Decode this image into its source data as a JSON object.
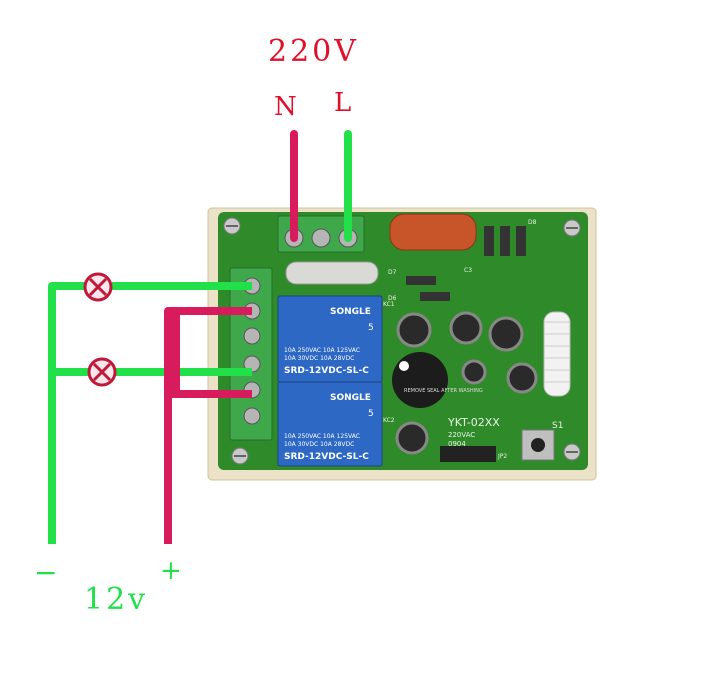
{
  "supply": {
    "voltage_label": "220V",
    "neutral_label": "N",
    "live_label": "L",
    "color": "#e0102a"
  },
  "dc": {
    "voltage_label": "12v",
    "minus_label": "−",
    "plus_label": "+",
    "color": "#22e04a"
  },
  "wire_colors": {
    "green": "#22e04a",
    "pink": "#d81b5c"
  },
  "board": {
    "relay_brand": "SONGLE",
    "relay_rating_1": "10A 250VAC  10A 125VAC",
    "relay_rating_2": "10A  30VDC  10A  28VDC",
    "relay_model": "SRD-12VDC-SL-C",
    "relay_number": "5",
    "model_text": "YKT-02XX",
    "voltage_text": "220VAC",
    "date_code": "0904",
    "buzzer_text": "REMOVE SEAL AFTER WASHING",
    "switch_label": "S1",
    "label_kc1": "KC1",
    "label_kc2": "KC2",
    "label_d7": "D7",
    "label_d6": "D6",
    "label_d8": "D8",
    "label_c3": "C3",
    "label_jp": "JP2",
    "pcb_color": "#2f8a2a",
    "relay_color": "#2c68c4",
    "terminal_color": "#3fa84a"
  }
}
